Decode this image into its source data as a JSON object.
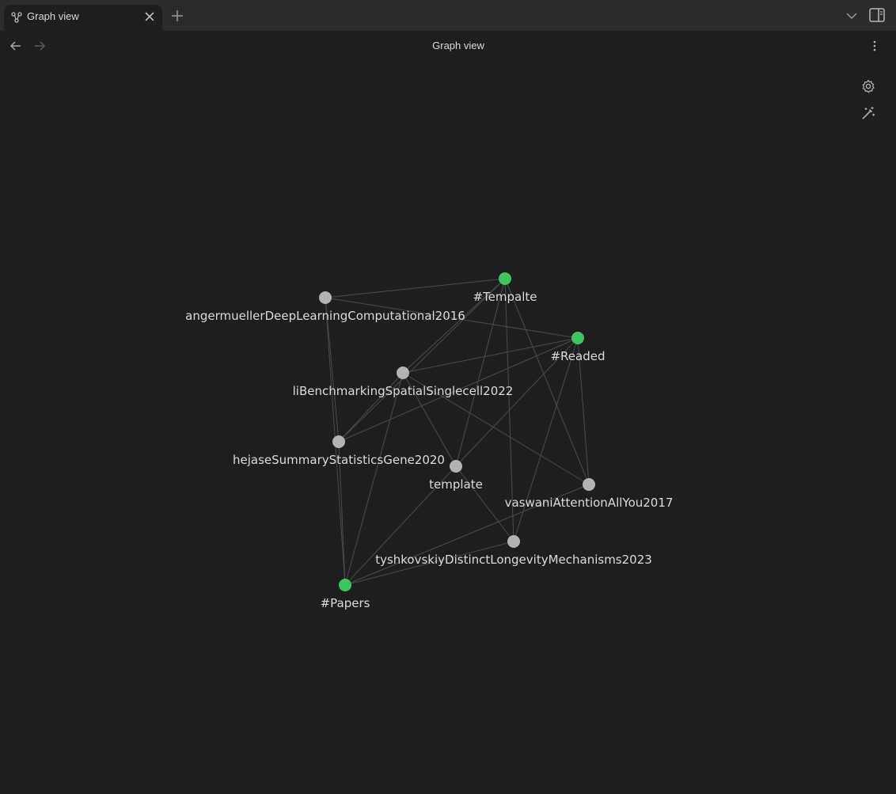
{
  "tab": {
    "title": "Graph view",
    "icon": "graph-icon"
  },
  "navbar": {
    "title": "Graph view"
  },
  "colors": {
    "tag_node": "#3ec65c",
    "file_node": "#b3b3b3",
    "edge": "#4a4a4a",
    "background": "#1e1e1e"
  },
  "graph": {
    "nodes": [
      {
        "id": "tempalte",
        "label": "#Tempalte",
        "kind": "tag"
      },
      {
        "id": "angermueller",
        "label": "angermuellerDeepLearningComputational2016",
        "kind": "file"
      },
      {
        "id": "readed",
        "label": "#Readed",
        "kind": "tag"
      },
      {
        "id": "li",
        "label": "liBenchmarkingSpatialSinglecell2022",
        "kind": "file"
      },
      {
        "id": "hejase",
        "label": "hejaseSummaryStatisticsGene2020",
        "kind": "file"
      },
      {
        "id": "template",
        "label": "template",
        "kind": "file"
      },
      {
        "id": "vaswani",
        "label": "vaswaniAttentionAllYou2017",
        "kind": "file"
      },
      {
        "id": "tyshkovskiy",
        "label": "tyshkovskiyDistinctLongevityMechanisms2023",
        "kind": "file"
      },
      {
        "id": "papers",
        "label": "#Papers",
        "kind": "tag"
      }
    ],
    "edges": [
      [
        "angermueller",
        "tempalte"
      ],
      [
        "angermueller",
        "readed"
      ],
      [
        "angermueller",
        "hejase"
      ],
      [
        "angermueller",
        "papers"
      ],
      [
        "li",
        "tempalte"
      ],
      [
        "li",
        "readed"
      ],
      [
        "li",
        "hejase"
      ],
      [
        "li",
        "template"
      ],
      [
        "li",
        "vaswani"
      ],
      [
        "li",
        "papers"
      ],
      [
        "hejase",
        "tempalte"
      ],
      [
        "hejase",
        "readed"
      ],
      [
        "hejase",
        "papers"
      ],
      [
        "template",
        "tempalte"
      ],
      [
        "template",
        "readed"
      ],
      [
        "template",
        "tyshkovskiy"
      ],
      [
        "template",
        "papers"
      ],
      [
        "vaswani",
        "tempalte"
      ],
      [
        "vaswani",
        "readed"
      ],
      [
        "vaswani",
        "papers"
      ],
      [
        "tyshkovskiy",
        "tempalte"
      ],
      [
        "tyshkovskiy",
        "readed"
      ],
      [
        "tyshkovskiy",
        "papers"
      ]
    ]
  }
}
